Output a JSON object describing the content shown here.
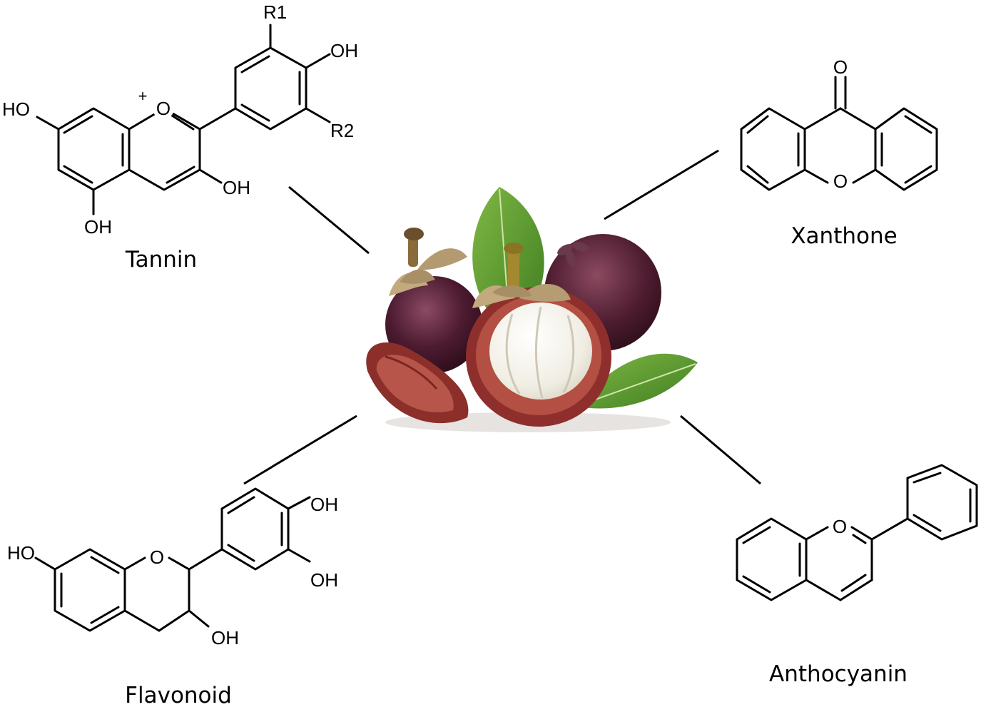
{
  "center_image": {
    "icon": "mangosteen-fruit-icon"
  },
  "compounds": {
    "tannin": {
      "caption": "Tannin",
      "atoms": {
        "r1": "R1",
        "r2": "R2",
        "oh_4p": "OH",
        "ho_7": "HO",
        "o_ring": "O",
        "charge": "+",
        "oh_3": "OH",
        "oh_5": "OH"
      }
    },
    "xanthone": {
      "caption": "Xanthone",
      "atoms": {
        "o_carbonyl": "O",
        "o_ring": "O"
      }
    },
    "flavonoid": {
      "caption": "Flavonoid",
      "atoms": {
        "ho_7": "HO",
        "o_ring": "O",
        "oh_4p": "OH",
        "oh_3p": "OH",
        "oh_3": "OH"
      }
    },
    "anthocyanin": {
      "caption": "Anthocyanin",
      "atoms": {
        "o_ring": "O"
      }
    }
  },
  "colors": {
    "rind_dark": "#4a1a2c",
    "rind_inner": "#9c3b34",
    "flesh": "#f3f1ea",
    "leaf": "#5f9b2f",
    "calyx": "#b39a70"
  }
}
